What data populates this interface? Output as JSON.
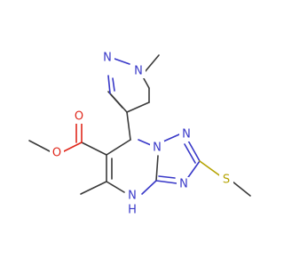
{
  "molecule": {
    "colors": {
      "carbon": "#3a3a3a",
      "nitrogen": "#3838c8",
      "oxygen": "#e0281c",
      "sulfur": "#b5a300",
      "background": "#ffffff"
    },
    "atom_labels": {
      "pyrazole_n_methyl": "N",
      "pyrazole_n2": "N",
      "ester_carbonyl_o": "O",
      "ester_ether_o": "O",
      "triazole_n1": "N",
      "triazole_n2": "N",
      "triazole_n4": "N",
      "ring_nh": "N",
      "ring_nh_h": "H",
      "thioether_s": "S"
    }
  }
}
